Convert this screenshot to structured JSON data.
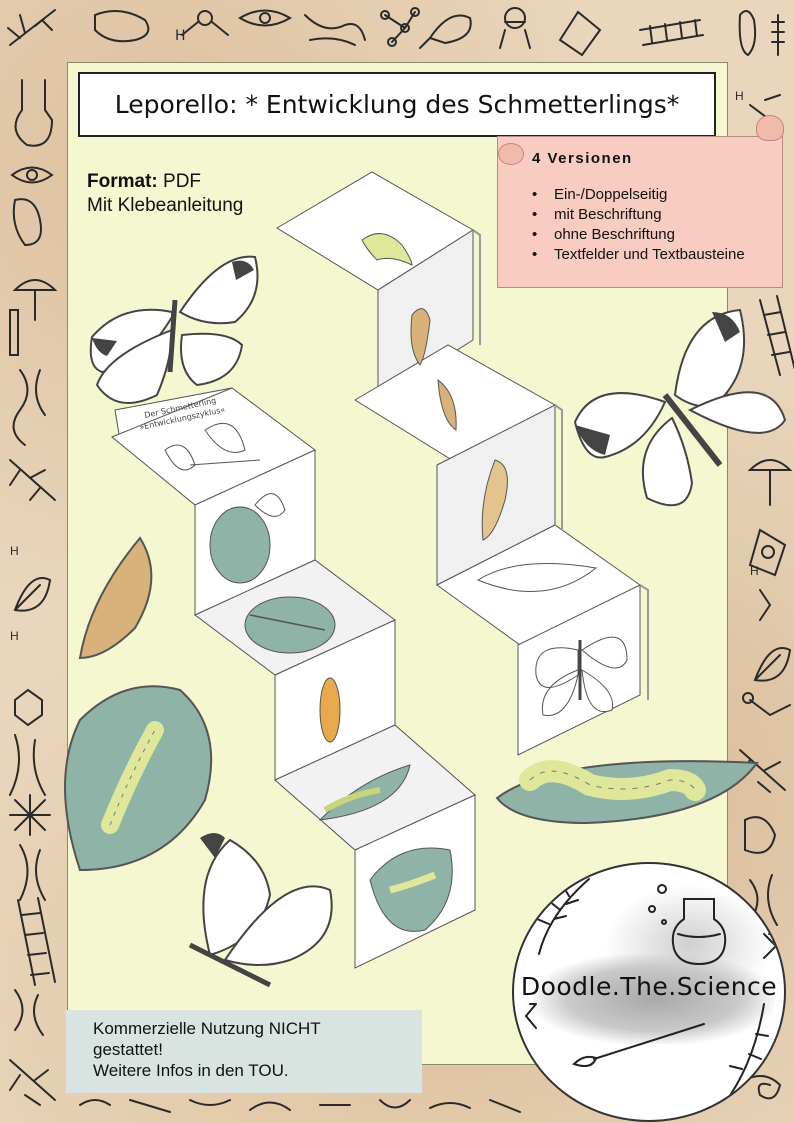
{
  "title": "Leporello: * Entwicklung des Schmetterlings*",
  "format": {
    "label": "Format:",
    "value": "PDF",
    "line2": "Mit Klebeanleitung"
  },
  "versions": {
    "heading": "4 Versionen",
    "items": [
      "Ein-/Doppelseitig",
      "mit Beschriftung",
      "ohne Beschriftung",
      "Textfelder und Textbausteine"
    ]
  },
  "notice": {
    "line1": "Kommerzielle Nutzung NICHT",
    "line2": "gestattet!",
    "line3": "Weitere Infos in den TOU."
  },
  "leporello_label": {
    "line1": "Der Schmetterling",
    "line2": "»Entwicklungszyklus«"
  },
  "logo": {
    "wordmark": "Doodle.The.Science"
  },
  "colors": {
    "panel": "#f4f7cf",
    "scroll": "#f8ccc0",
    "notice": "#d9e3df",
    "leaf": "#8fb3a6",
    "caterpillar": "#dfe89a",
    "pupa": "#d8b27a"
  }
}
